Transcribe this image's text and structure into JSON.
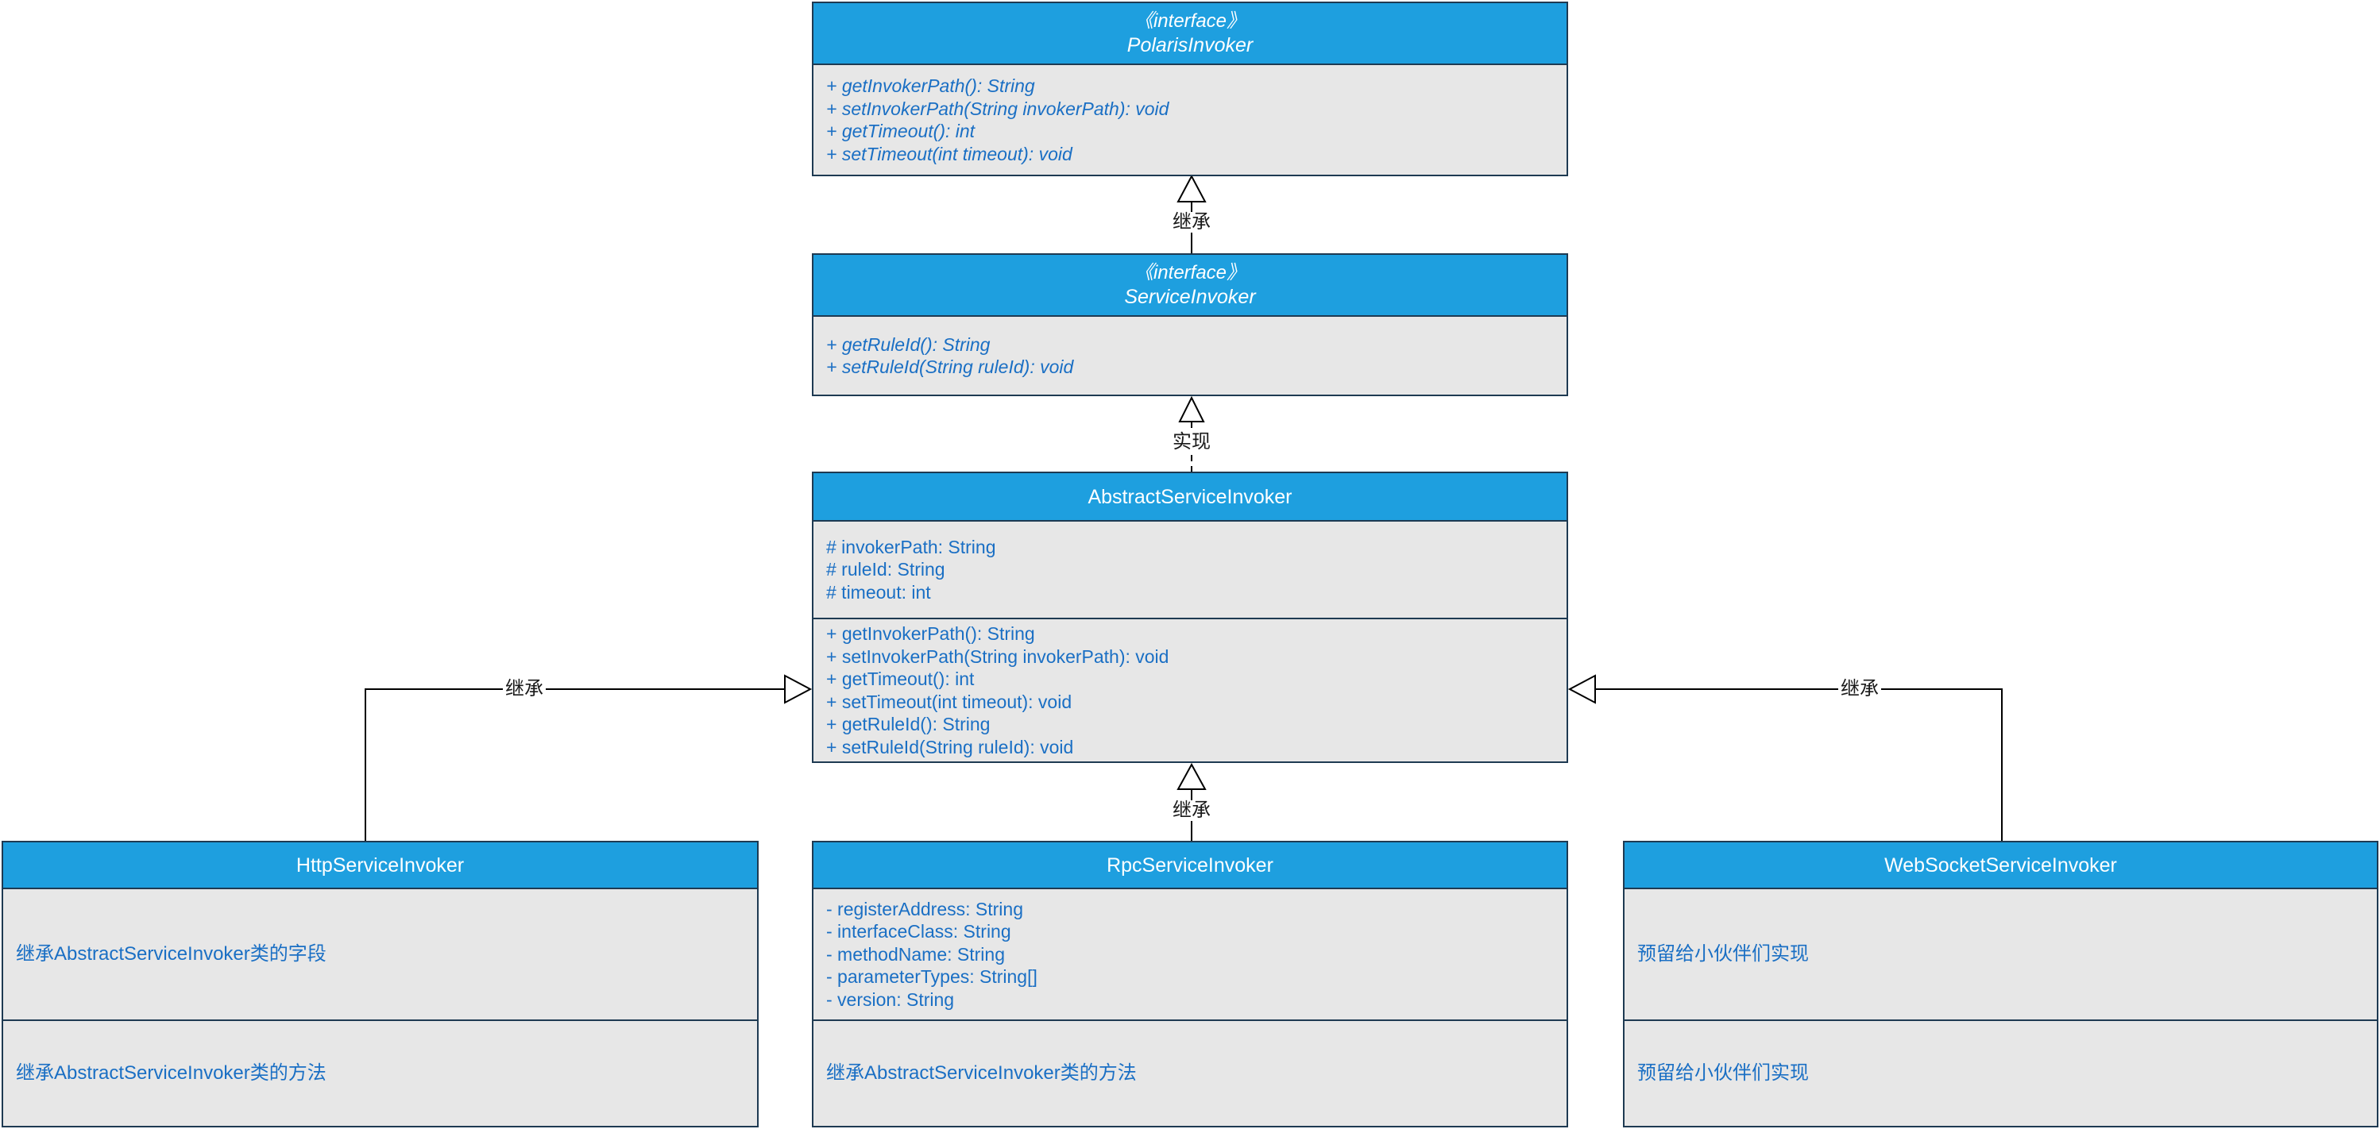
{
  "colors": {
    "header_blue": "#1e9fdf",
    "body_gray": "#e7e7e7",
    "border_dark": "#1e3a52",
    "member_text_blue": "#1a6fc4",
    "edge_label_black": "#1a1a1a"
  },
  "boxes": {
    "polarisInvoker": {
      "stereotype": "《interface》",
      "name": "PolarisInvoker",
      "methods": [
        "+ getInvokerPath(): String",
        "+ setInvokerPath(String invokerPath): void",
        "+ getTimeout(): int",
        "+ setTimeout(int timeout): void"
      ]
    },
    "serviceInvoker": {
      "stereotype": "《interface》",
      "name": "ServiceInvoker",
      "methods": [
        "+ getRuleId(): String",
        "+ setRuleId(String ruleId): void"
      ]
    },
    "abstractServiceInvoker": {
      "name": "AbstractServiceInvoker",
      "fields": [
        "# invokerPath: String",
        "# ruleId: String",
        "# timeout: int"
      ],
      "methods": [
        "+ getInvokerPath(): String",
        "+ setInvokerPath(String invokerPath): void",
        "+ getTimeout(): int",
        "+ setTimeout(int timeout): void",
        "+ getRuleId(): String",
        "+ setRuleId(String ruleId): void"
      ]
    },
    "httpServiceInvoker": {
      "name": "HttpServiceInvoker",
      "fields": [
        "继承AbstractServiceInvoker类的字段"
      ],
      "methods": [
        "继承AbstractServiceInvoker类的方法"
      ]
    },
    "rpcServiceInvoker": {
      "name": "RpcServiceInvoker",
      "fields": [
        "- registerAddress: String",
        "- interfaceClass: String",
        "- methodName: String",
        "- parameterTypes: String[]",
        "- version: String"
      ],
      "methods": [
        "继承AbstractServiceInvoker类的方法"
      ]
    },
    "webSocketServiceInvoker": {
      "name": "WebSocketServiceInvoker",
      "fields": [
        "预留给小伙伴们实现"
      ],
      "methods": [
        "预留给小伙伴们实现"
      ]
    }
  },
  "connectors": {
    "service_extends_polaris": "继承",
    "abstract_realizes_service": "实现",
    "rpc_extends_abstract": "继承",
    "http_extends_abstract": "继承",
    "websocket_extends_abstract": "继承"
  }
}
